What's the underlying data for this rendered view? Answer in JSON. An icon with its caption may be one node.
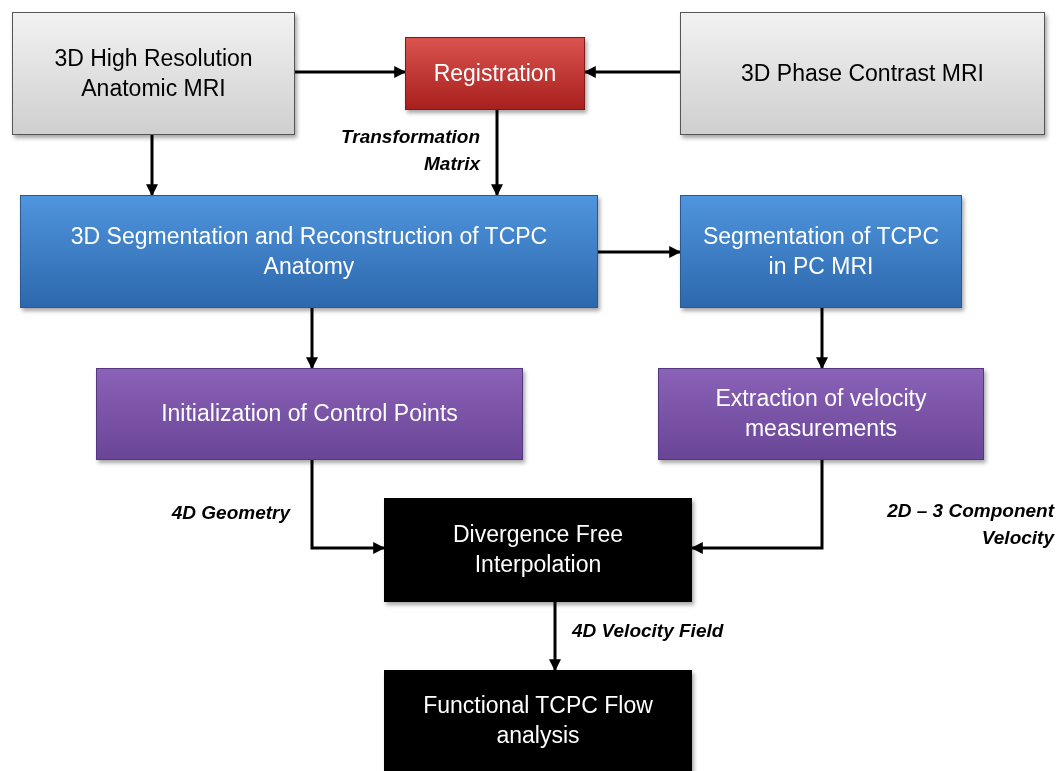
{
  "diagram": {
    "nodes": [
      {
        "text": [
          "3D High Resolution Anatomic MRI"
        ]
      },
      {
        "text": [
          "Registration"
        ]
      },
      {
        "text": [
          "3D Phase Contrast MRI"
        ]
      },
      {
        "text": [
          "3D Segmentation and Reconstruction of TCPC Anatomy"
        ]
      },
      {
        "text": [
          "Segmentation of TCPC in PC MRI"
        ]
      },
      {
        "text": [
          "Initialization of Control Points"
        ]
      },
      {
        "text": [
          "Extraction of velocity measurements"
        ]
      },
      {
        "text": [
          "Divergence Free Interpolation"
        ]
      },
      {
        "text": [
          "Functional TCPC Flow analysis"
        ]
      }
    ],
    "edges": [
      {
        "from": 0,
        "to": 1,
        "arrow": "to"
      },
      {
        "from": 2,
        "to": 1,
        "arrow": "to"
      },
      {
        "from": 0,
        "to": 3,
        "arrow": "to"
      },
      {
        "from": 1,
        "to": 3,
        "arrow": "to",
        "label": "Transformation Matrix"
      },
      {
        "from": 3,
        "to": 4,
        "arrow": "to"
      },
      {
        "from": 3,
        "to": 5,
        "arrow": "to"
      },
      {
        "from": 4,
        "to": 6,
        "arrow": "to"
      },
      {
        "from": 5,
        "to": 7,
        "arrow": "to",
        "label": "4D Geometry"
      },
      {
        "from": 6,
        "to": 7,
        "arrow": "to",
        "label": "2D – 3 Component Velocity"
      },
      {
        "from": 7,
        "to": 8,
        "arrow": "to",
        "label": "4D Velocity Field"
      }
    ]
  }
}
